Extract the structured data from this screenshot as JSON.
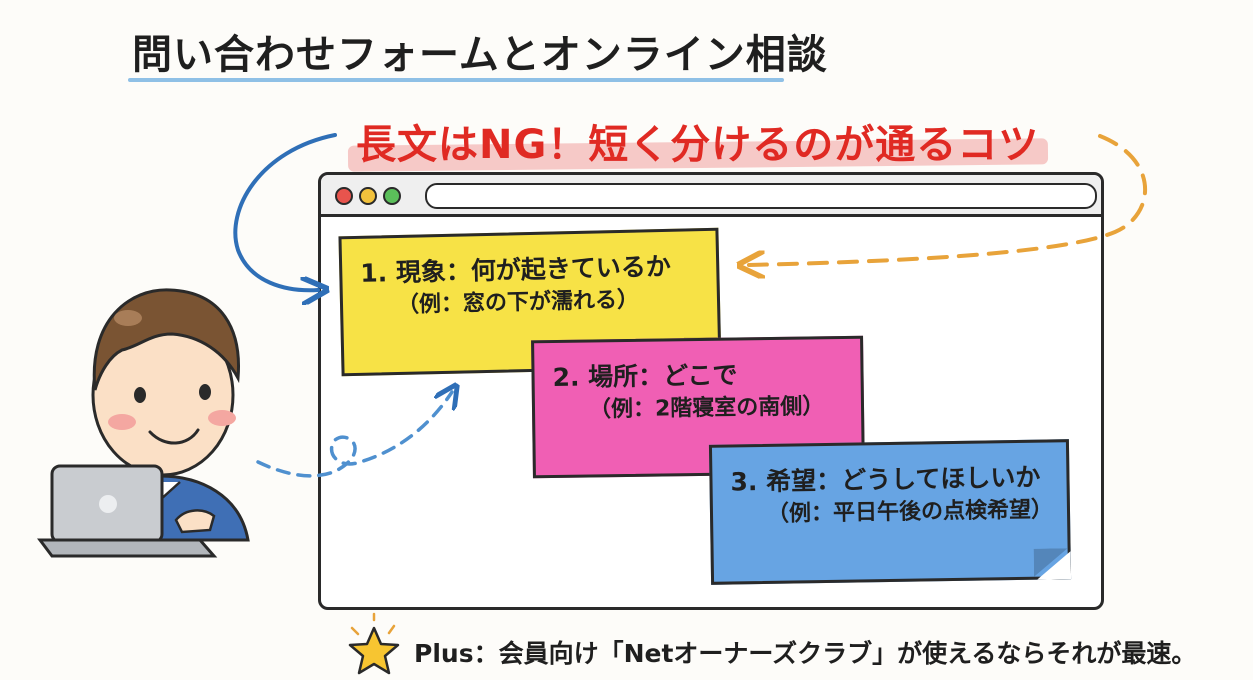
{
  "title": "問い合わせフォームとオンライン相談",
  "headline": "長文はNG！短く分けるのが通るコツ",
  "notes": [
    {
      "line1": "1. 現象：何が起きているか",
      "line2": "（例：窓の下が濡れる）"
    },
    {
      "line1": "2. 場所：どこで",
      "line2": "（例：2階寝室の南側）"
    },
    {
      "line1": "3. 希望：どうしてほしいか",
      "line2": "（例：平日午後の点検希望）"
    }
  ],
  "plus": {
    "label": "Plus：",
    "text": "会員向け「Netオーナーズクラブ」が使えるならそれが最速。"
  },
  "colors": {
    "headline": "#e02a23",
    "note_yellow": "#f7e246",
    "note_pink": "#f05fb4",
    "note_blue": "#67a4e3",
    "arrow_blue": "#2f6fb7",
    "arrow_orange": "#e8a33a",
    "title_underline": "#8fc0e6"
  },
  "icons": {
    "star": "star-icon",
    "person": "person-illustration",
    "laptop": "laptop-icon"
  }
}
